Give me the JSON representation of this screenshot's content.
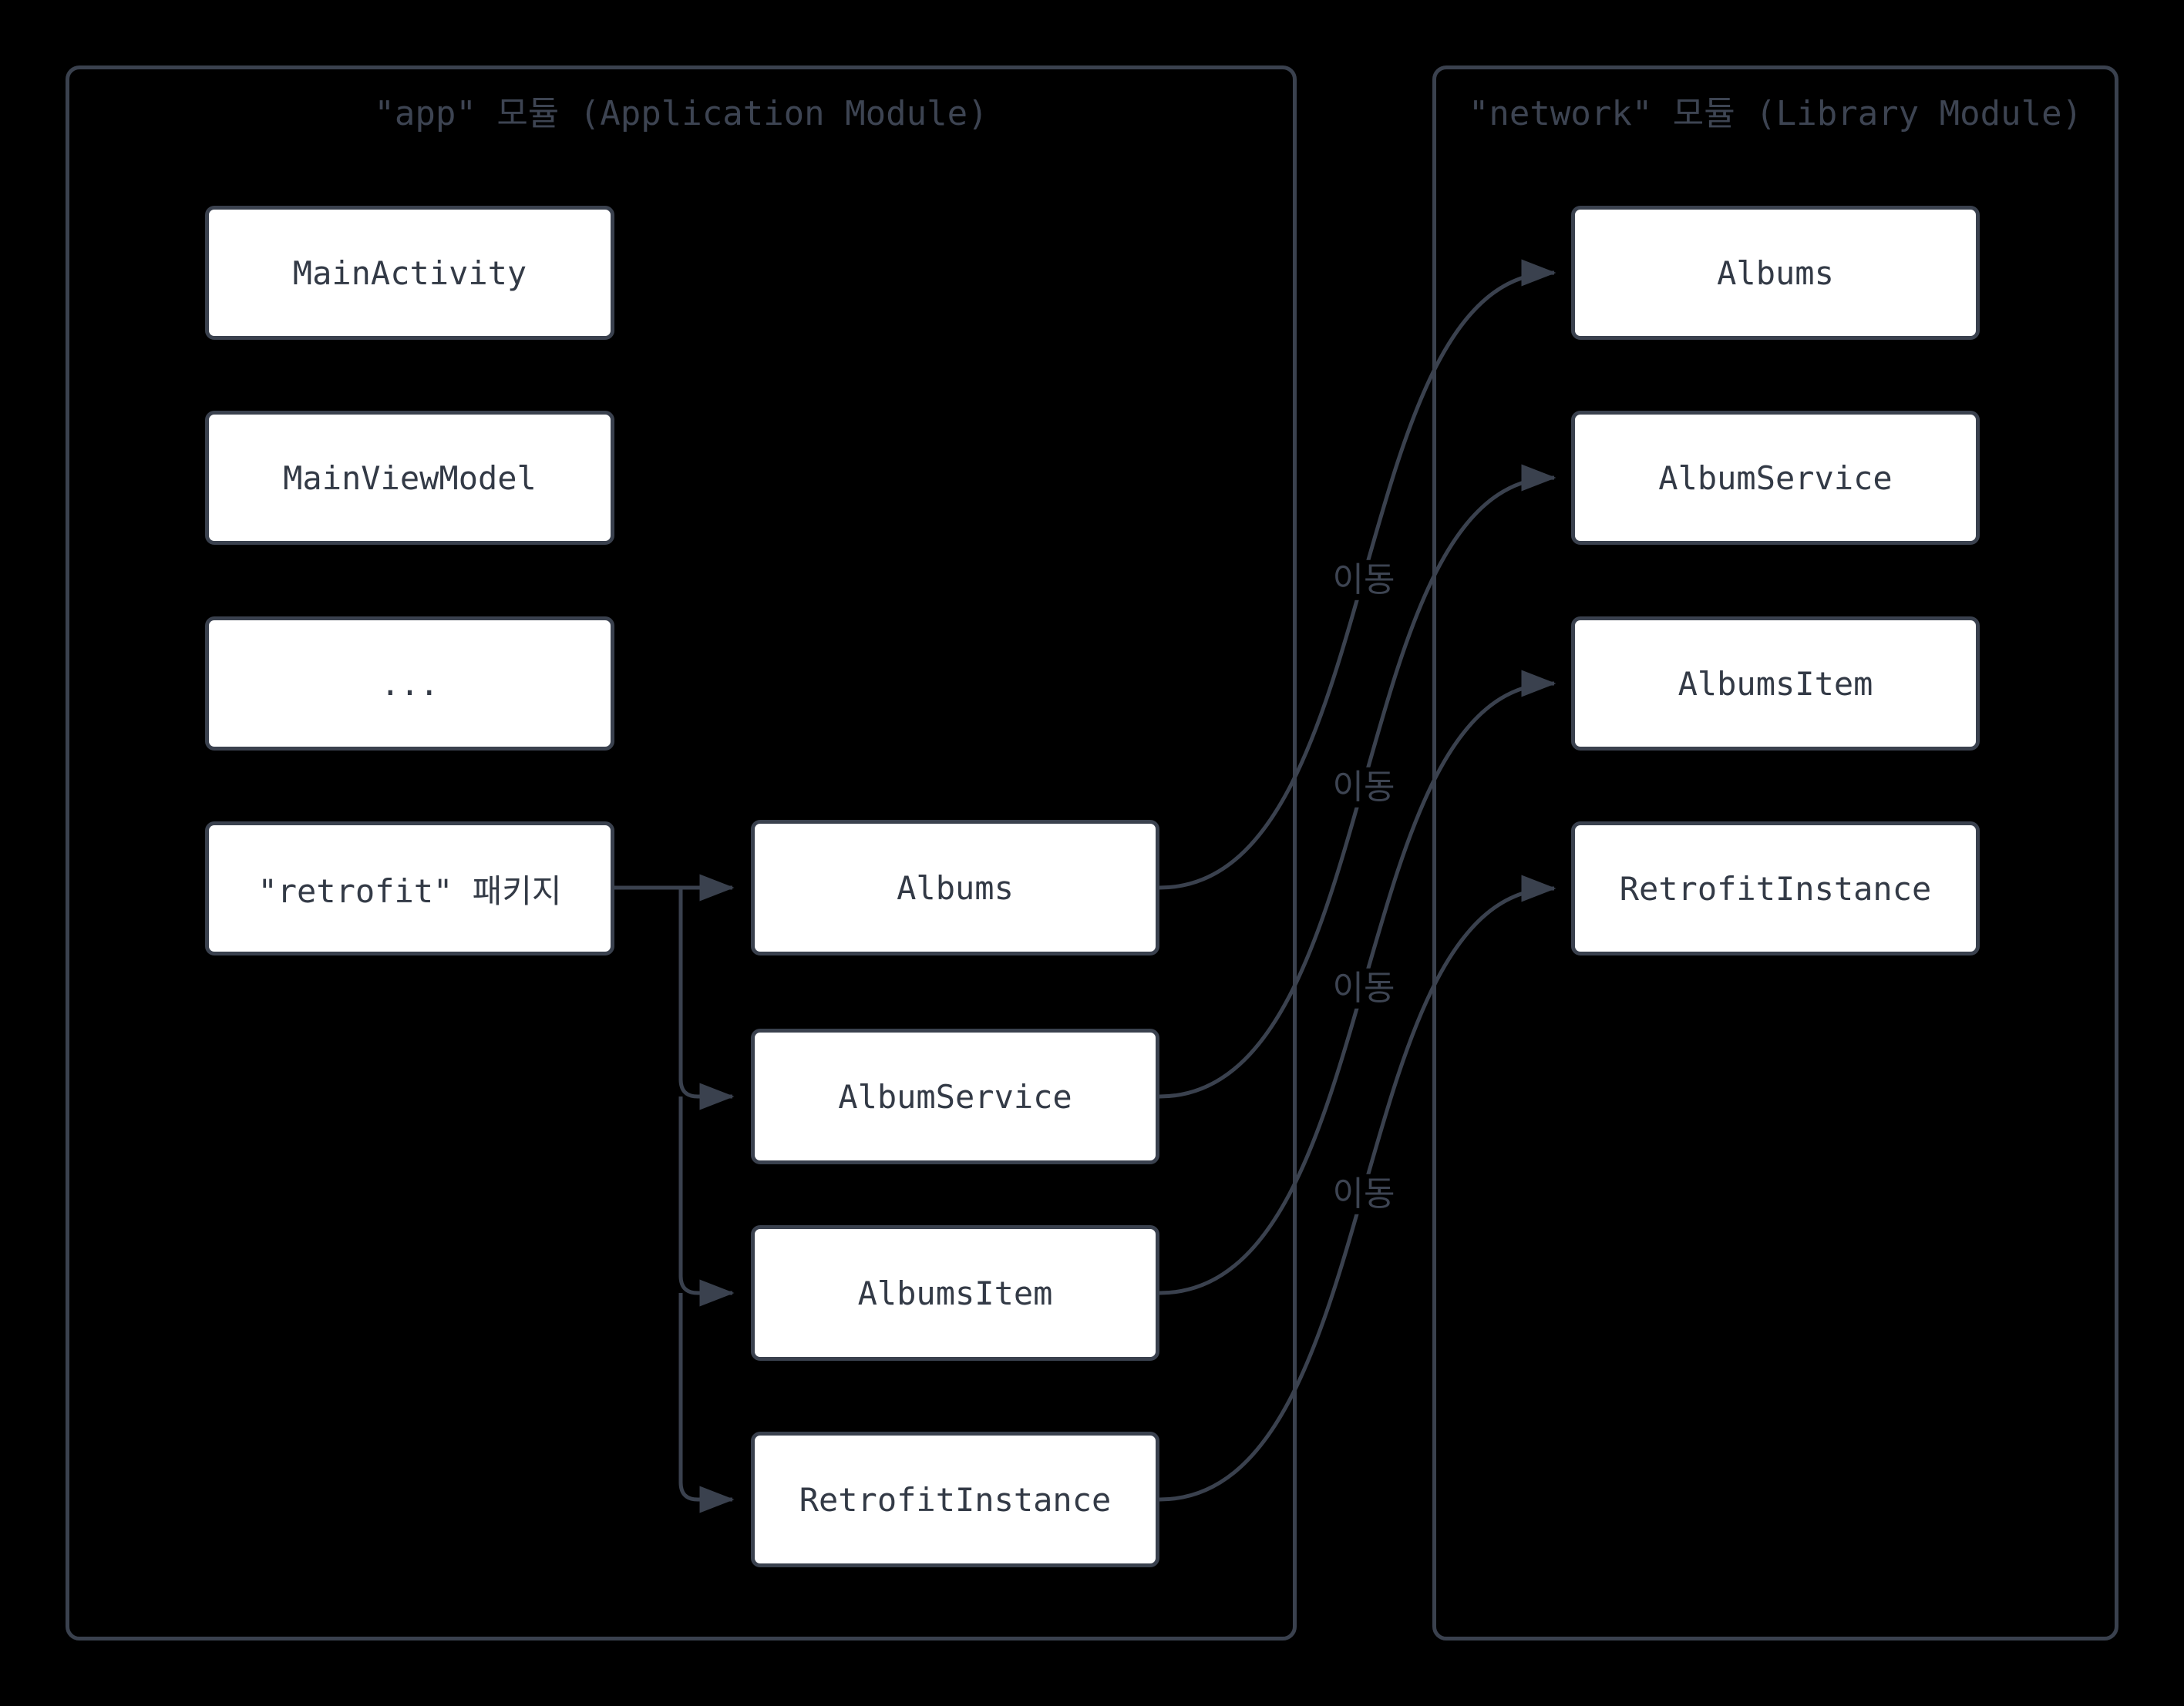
{
  "diagram": {
    "app_container": {
      "title": "\"app\" 모듈 (Application Module)"
    },
    "network_container": {
      "title": "\"network\" 모듈 (Library Module)"
    },
    "app_nodes": [
      "MainActivity",
      "MainViewModel",
      "...",
      "\"retrofit\" 패키지"
    ],
    "retrofit_package_nodes": [
      "Albums",
      "AlbumService",
      "AlbumsItem",
      "RetrofitInstance"
    ],
    "network_nodes": [
      "Albums",
      "AlbumService",
      "AlbumsItem",
      "RetrofitInstance"
    ],
    "edge_label": "이동",
    "colors": {
      "background": "#000000",
      "node_fill": "#ffffff",
      "stroke": "#3a414e",
      "node_text": "#333a46",
      "container_title": "#3d4452"
    }
  }
}
